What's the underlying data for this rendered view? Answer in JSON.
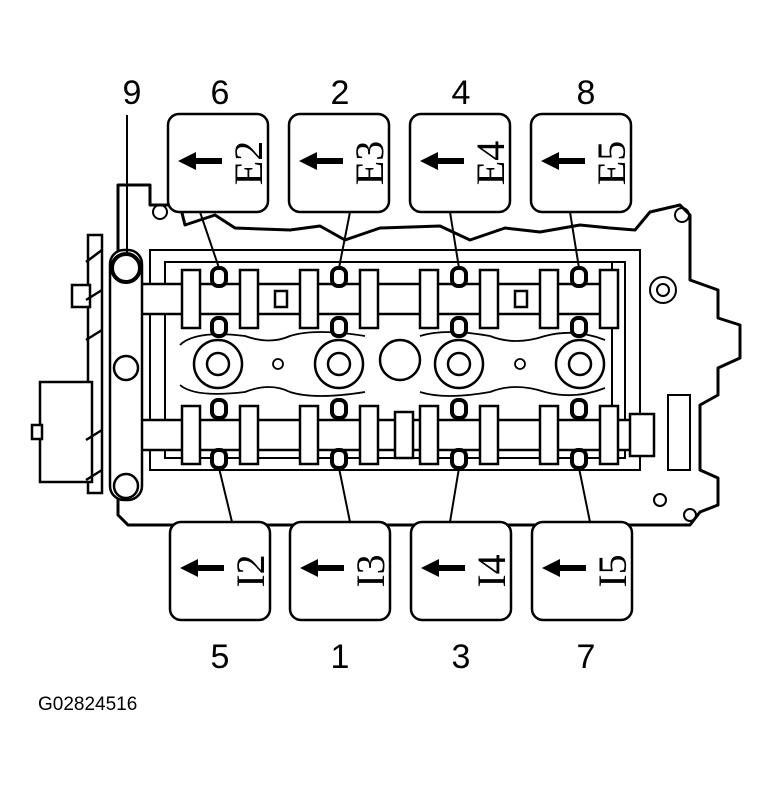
{
  "figure_id": "G02824516",
  "top_sequence": [
    {
      "label": "9"
    },
    {
      "label": "6"
    },
    {
      "label": "2"
    },
    {
      "label": "4"
    },
    {
      "label": "8"
    }
  ],
  "bottom_sequence": [
    {
      "label": "5"
    },
    {
      "label": "1"
    },
    {
      "label": "3"
    },
    {
      "label": "7"
    }
  ],
  "exhaust_caps": [
    {
      "label": "E2"
    },
    {
      "label": "E3"
    },
    {
      "label": "E4"
    },
    {
      "label": "E5"
    }
  ],
  "intake_caps": [
    {
      "label": "I2"
    },
    {
      "label": "I3"
    },
    {
      "label": "I4"
    },
    {
      "label": "I5"
    }
  ],
  "colors": {
    "line": "#000000",
    "background": "#ffffff"
  }
}
